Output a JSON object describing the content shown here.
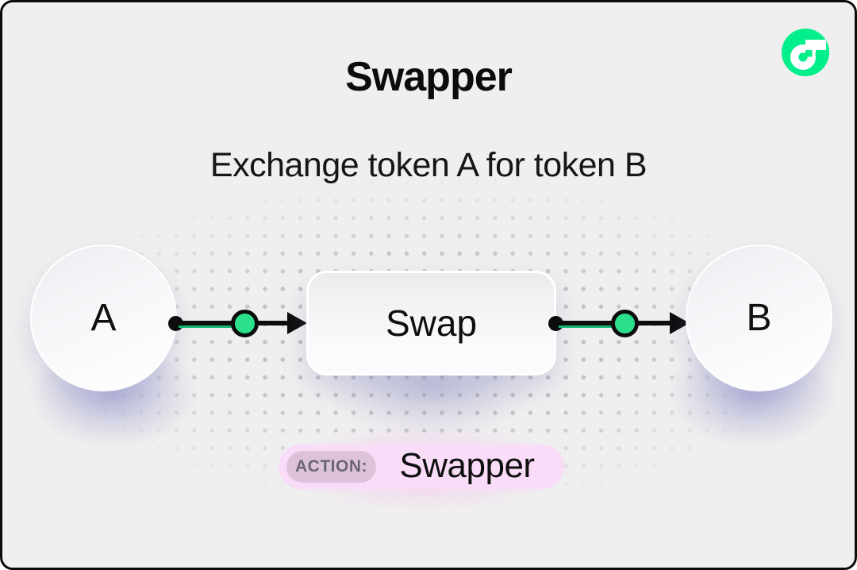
{
  "card": {
    "background": "#efefef",
    "border_color": "#0b0b0b"
  },
  "logo": {
    "name": "flow-logo",
    "green": "#00ef8b",
    "mark_color": "#ffffff"
  },
  "header": {
    "title": "Swapper",
    "subtitle": "Exchange token A for token B"
  },
  "diagram": {
    "input_node": {
      "label": "A",
      "shape": "circle"
    },
    "process_node": {
      "label": "Swap",
      "shape": "rounded-box"
    },
    "output_node": {
      "label": "B",
      "shape": "circle"
    },
    "flow_direction": "left-to-right",
    "connector_line_color": "#0d0d0d",
    "signal_dot_color": "#2be08c"
  },
  "action_badge": {
    "label": "ACTION:",
    "value": "Swapper",
    "outer_color": "#f9dcf7",
    "label_pill_color": "#dcc3da"
  }
}
